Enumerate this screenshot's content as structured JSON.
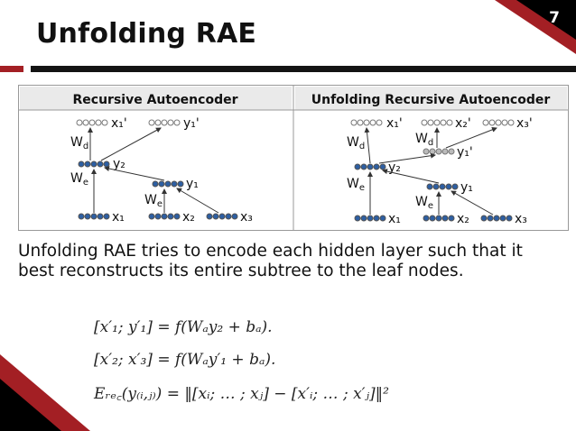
{
  "slide": {
    "title": "Unfolding RAE",
    "page_number": "7",
    "accent_color": "#a31f24"
  },
  "figure": {
    "left_panel": {
      "header": "Recursive Autoencoder",
      "labels": {
        "x1p": "x₁'",
        "y1p": "y₁'",
        "wd": "W",
        "wd_sub": "d",
        "y2": "y₂",
        "we_top": "W",
        "we_top_sub": "e",
        "y1": "y₁",
        "we_bot": "W",
        "we_bot_sub": "e",
        "x1": "x₁",
        "x2": "x₂",
        "x3": "x₃"
      }
    },
    "right_panel": {
      "header": "Unfolding Recursive Autoencoder",
      "labels": {
        "x1p": "x₁'",
        "x2p": "x₂'",
        "x3p": "x₃'",
        "wd_left": "W",
        "wd_left_sub": "d",
        "wd_right": "W",
        "wd_right_sub": "d",
        "y1p": "y₁'",
        "y2": "y₂",
        "we_top": "W",
        "we_top_sub": "e",
        "y1": "y₁",
        "we_bot": "W",
        "we_bot_sub": "e",
        "x1": "x₁",
        "x2": "x₂",
        "x3": "x₃"
      }
    }
  },
  "body": {
    "paragraph": "Unfolding RAE tries to encode each hidden layer such that it best reconstructs its entire subtree to the leaf nodes."
  },
  "equations": {
    "eq1": "[x′₁; y′₁] = f(Wₐy₂ + bₐ).",
    "eq2": "[x′₂; x′₃] = f(Wₐy′₁ + bₐ).",
    "eq3": "Eᵣₑ꜀(y₍ᵢ,ⱼ₎) = ‖[xᵢ; … ; xⱼ] − [x′ᵢ; … ; x′ⱼ]‖²"
  }
}
